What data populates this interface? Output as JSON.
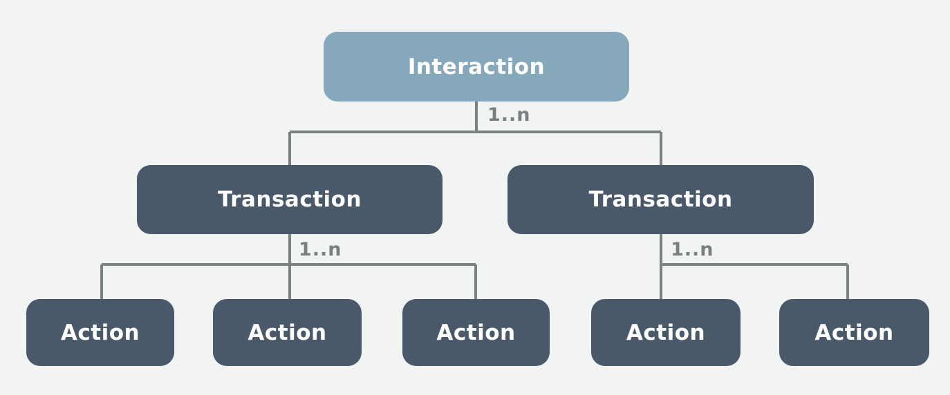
{
  "diagram_type": "tree-hierarchy",
  "tree": {
    "root": {
      "label": "Interaction",
      "multiplicity": "1..n",
      "children": [
        {
          "label": "Transaction",
          "multiplicity": "1..n",
          "children": [
            {
              "label": "Action"
            },
            {
              "label": "Action"
            },
            {
              "label": "Action"
            }
          ]
        },
        {
          "label": "Transaction",
          "multiplicity": "1..n",
          "children": [
            {
              "label": "Action"
            },
            {
              "label": "Action"
            }
          ]
        }
      ]
    }
  },
  "colors": {
    "background": "#f2f4f4",
    "root_node_fill": "#85a9ba",
    "node_fill": "#4a5969",
    "node_text": "#ffffff",
    "connector": "#7e8183",
    "edge_label_text": "#7b7e80"
  }
}
